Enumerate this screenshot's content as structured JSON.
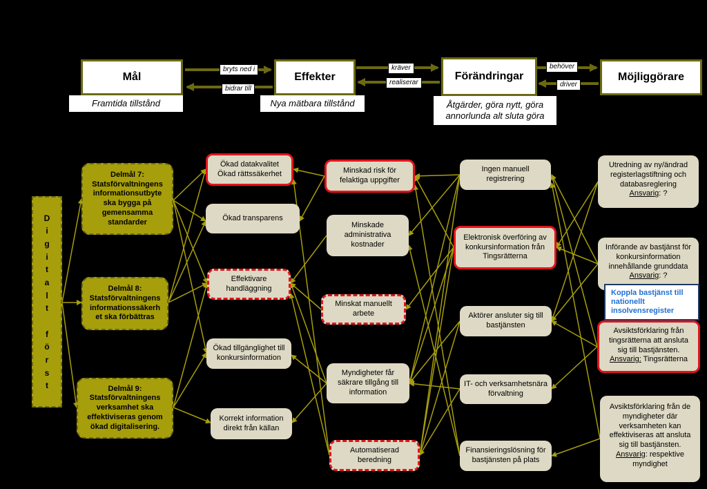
{
  "header": {
    "mal": "Mål",
    "effekter": "Effekter",
    "forandringar": "Förändringar",
    "mojliggorare": "Möjliggörare",
    "mal_sub": "Framtida tillstånd",
    "effekter_sub": "Nya mätbara tillstånd",
    "forandringar_sub_1": "Åtgärder, göra nytt, göra",
    "forandringar_sub_2": "annorlunda alt sluta göra",
    "arrow_bryts": "bryts ned i",
    "arrow_bidrar": "bidrar till",
    "arrow_kraver": "kräver",
    "arrow_realiserar": "realiserar",
    "arrow_behover": "behöver",
    "arrow_driver": "driver"
  },
  "digital_letters": [
    "D",
    "i",
    "g",
    "i",
    "t",
    "a",
    "l",
    "t",
    "",
    "f",
    "ö",
    "r",
    "s",
    "t"
  ],
  "goals": [
    {
      "title": "Delmål 7:",
      "text": "Statsförvaltningens informationsutbyte ska bygga på gemensamma standarder"
    },
    {
      "title": "Delmål 8:",
      "text": "Statsförvaltningens informationssäkerh et ska förbättras"
    },
    {
      "title": "Delmål 9:",
      "text": "Statsförvaltningens verksamhet ska effektiviseras genom ökad digitalisering."
    }
  ],
  "effects_col1": [
    {
      "line1": "Ökad datakvalitet",
      "line2": "Ökad rättssäkerhet"
    },
    {
      "line1": "Ökad transparens",
      "line2": ""
    },
    {
      "line1": "Effektivare",
      "line2": "handläggning"
    },
    {
      "line1": "Ökad tillgänglighet till",
      "line2": "konkursinformation"
    },
    {
      "line1": "Korrekt information",
      "line2": "direkt från källan"
    }
  ],
  "effects_col2": [
    {
      "line1": "Minskad risk för",
      "line2": "felaktiga uppgifter",
      "line3": ""
    },
    {
      "line1": "Minskade",
      "line2": "administrativa",
      "line3": "kostnader"
    },
    {
      "line1": "Minskat manuellt",
      "line2": "arbete",
      "line3": ""
    },
    {
      "line1": "Myndigheter får",
      "line2": "säkrare tillgång till",
      "line3": "information"
    },
    {
      "line1": "Automatiserad",
      "line2": "beredning",
      "line3": ""
    }
  ],
  "changes": [
    {
      "line1": "Ingen manuell",
      "line2": "registrering",
      "line3": ""
    },
    {
      "line1": "Elektronisk överföring av",
      "line2": "konkursinformation från",
      "line3": "Tingsrätterna"
    },
    {
      "line1": "Aktörer ansluter sig till",
      "line2": "bastjänsten",
      "line3": ""
    },
    {
      "line1": "IT- och verksamhetsnära",
      "line2": "förvaltning",
      "line3": ""
    },
    {
      "line1": "Finansieringslösning för",
      "line2": "bastjänsten på plats",
      "line3": ""
    }
  ],
  "enablers": [
    {
      "text": "Utredning av ny/ändrad registerlagstiftning och databasreglering",
      "resp_label": "Ansvarig",
      "resp_value": ": ?"
    },
    {
      "text": "Införande av bastjänst för konkursinformation innehållande grunddata",
      "resp_label": "Ansvarig",
      "resp_value": ": ?"
    },
    {
      "text": "Avsiktsförklaring från tingsrätterna att ansluta sig till bastjänsten.",
      "resp_label": "Ansvarig:",
      "resp_value": " Tingsrätterna"
    },
    {
      "text": "Avsiktsförklaring från de myndigheter där verksamheten kan effektiviseras att ansluta sig till bastjänsten.",
      "resp_label": "Ansvarig",
      "resp_value": ": respektive myndighet"
    }
  ],
  "callout": "Koppla bastjänst till nationellt insolvensregister",
  "colors": {
    "olive": "#a79e0c",
    "olive_dark": "#6b6a12",
    "beige": "#ddd9c4",
    "red": "#e3141b",
    "blue": "#1f6fd6",
    "arrow": "#a79e0c"
  }
}
